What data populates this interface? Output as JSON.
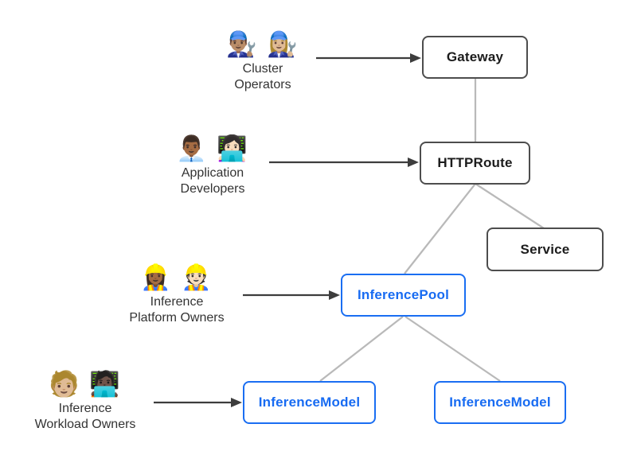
{
  "colors": {
    "background": "#ffffff",
    "gray_box_border": "#4d4d4d",
    "gray_box_text": "#1c1c1c",
    "blue_box_border": "#1a6ef2",
    "blue_box_text": "#176bf2",
    "connector_line": "#b9b9b9",
    "arrow_line": "#3d3d3d",
    "persona_label_text": "#333333"
  },
  "nodes": {
    "gateway": {
      "label": "Gateway",
      "style": "gray"
    },
    "httproute": {
      "label": "HTTPRoute",
      "style": "gray"
    },
    "service": {
      "label": "Service",
      "style": "gray"
    },
    "inferencepool": {
      "label": "InferencePool",
      "style": "blue"
    },
    "inferencemodel_left": {
      "label": "InferenceModel",
      "style": "blue"
    },
    "inferencemodel_right": {
      "label": "InferenceModel",
      "style": "blue"
    }
  },
  "personas": [
    {
      "emojis": "👨🏽‍🔧 👩🏼‍🔧",
      "line1": "Cluster",
      "line2": "Operators",
      "points_to": "Gateway"
    },
    {
      "emojis": "👨🏾‍💼 👩🏻‍💻",
      "line1": "Application",
      "line2": "Developers",
      "points_to": "HTTPRoute"
    },
    {
      "emojis": "👷🏾‍♀️ 👷🏻",
      "line1": "Inference",
      "line2": "Platform Owners",
      "points_to": "InferencePool"
    },
    {
      "emojis": "🧑🏼 🧑🏿‍💻",
      "line1": "Inference",
      "line2": "Workload Owners",
      "points_to": "InferenceModel"
    }
  ],
  "edges": [
    {
      "from": "Gateway",
      "to": "HTTPRoute"
    },
    {
      "from": "HTTPRoute",
      "to": "Service"
    },
    {
      "from": "HTTPRoute",
      "to": "InferencePool"
    },
    {
      "from": "InferencePool",
      "to": "InferenceModel (left)"
    },
    {
      "from": "InferencePool",
      "to": "InferenceModel (right)"
    }
  ]
}
